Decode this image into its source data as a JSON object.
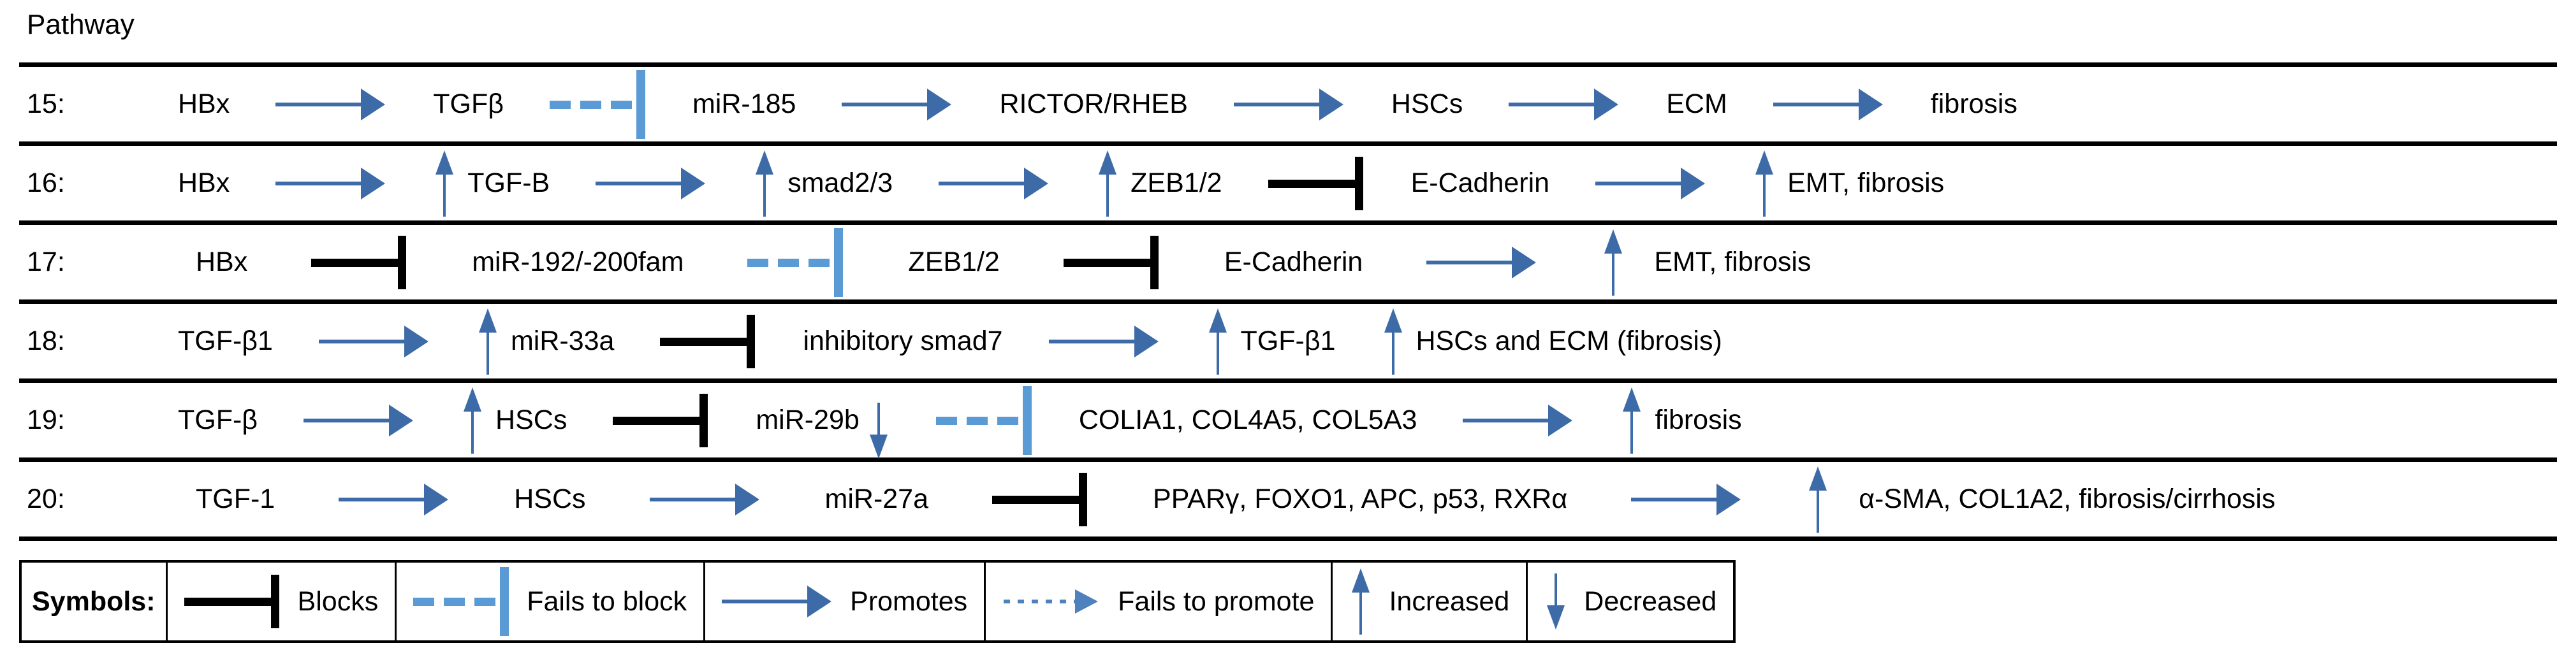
{
  "title": "Pathway",
  "colors": {
    "arrow_blue": "#3d6ba7",
    "light_blue": "#5b9bd5",
    "mid_blue": "#4f81bd",
    "line_black": "#000000"
  },
  "icon_names": {
    "promotes": "promotes-arrow-icon",
    "blocks": "blocks-bar-icon",
    "fails-block": "fails-to-block-icon",
    "fails-promote": "fails-to-promote-icon",
    "up": "increased-arrow-icon",
    "down": "decreased-arrow-icon"
  },
  "rows": [
    {
      "num": "15:",
      "items": [
        {
          "kind": "node",
          "text": "HBx"
        },
        {
          "kind": "promotes"
        },
        {
          "kind": "node",
          "text": "TGFβ"
        },
        {
          "kind": "fails-block"
        },
        {
          "kind": "node",
          "text": "miR-185"
        },
        {
          "kind": "promotes"
        },
        {
          "kind": "node",
          "text": "RICTOR/RHEB"
        },
        {
          "kind": "promotes"
        },
        {
          "kind": "node",
          "text": "HSCs"
        },
        {
          "kind": "promotes"
        },
        {
          "kind": "node",
          "text": "ECM"
        },
        {
          "kind": "promotes"
        },
        {
          "kind": "node",
          "text": "fibrosis"
        }
      ]
    },
    {
      "num": "16:",
      "items": [
        {
          "kind": "node",
          "text": "HBx"
        },
        {
          "kind": "promotes"
        },
        {
          "kind": "up"
        },
        {
          "kind": "node",
          "text": "TGF-B"
        },
        {
          "kind": "promotes"
        },
        {
          "kind": "up"
        },
        {
          "kind": "node",
          "text": "smad2/3"
        },
        {
          "kind": "promotes"
        },
        {
          "kind": "up"
        },
        {
          "kind": "node",
          "text": "ZEB1/2"
        },
        {
          "kind": "blocks"
        },
        {
          "kind": "node",
          "text": "E-Cadherin"
        },
        {
          "kind": "promotes"
        },
        {
          "kind": "up"
        },
        {
          "kind": "node",
          "text": "EMT, fibrosis"
        }
      ]
    },
    {
      "num": "17:",
      "items": [
        {
          "kind": "node",
          "text": "HBx"
        },
        {
          "kind": "blocks"
        },
        {
          "kind": "node",
          "text": "miR-192/-200fam"
        },
        {
          "kind": "fails-block"
        },
        {
          "kind": "node",
          "text": "ZEB1/2"
        },
        {
          "kind": "blocks"
        },
        {
          "kind": "node",
          "text": "E-Cadherin"
        },
        {
          "kind": "promotes"
        },
        {
          "kind": "up"
        },
        {
          "kind": "node",
          "text": "EMT, fibrosis"
        }
      ]
    },
    {
      "num": "18:",
      "items": [
        {
          "kind": "node",
          "text": "TGF-β1"
        },
        {
          "kind": "promotes"
        },
        {
          "kind": "up"
        },
        {
          "kind": "node",
          "text": "miR-33a"
        },
        {
          "kind": "blocks"
        },
        {
          "kind": "node",
          "text": "inhibitory smad7"
        },
        {
          "kind": "promotes"
        },
        {
          "kind": "up"
        },
        {
          "kind": "node",
          "text": "TGF-β1"
        },
        {
          "kind": "up"
        },
        {
          "kind": "node",
          "text": "HSCs and ECM (fibrosis)"
        }
      ]
    },
    {
      "num": "19:",
      "items": [
        {
          "kind": "node",
          "text": "TGF-β"
        },
        {
          "kind": "promotes"
        },
        {
          "kind": "up"
        },
        {
          "kind": "node",
          "text": "HSCs"
        },
        {
          "kind": "blocks"
        },
        {
          "kind": "node",
          "text": "miR-29b"
        },
        {
          "kind": "down"
        },
        {
          "kind": "fails-block"
        },
        {
          "kind": "node",
          "text": "COLIA1, COL4A5, COL5A3"
        },
        {
          "kind": "promotes"
        },
        {
          "kind": "up"
        },
        {
          "kind": "node",
          "text": "fibrosis"
        }
      ]
    },
    {
      "num": "20:",
      "items": [
        {
          "kind": "node",
          "text": "TGF-1"
        },
        {
          "kind": "promotes"
        },
        {
          "kind": "node",
          "text": "HSCs"
        },
        {
          "kind": "promotes"
        },
        {
          "kind": "node",
          "text": "miR-27a"
        },
        {
          "kind": "blocks"
        },
        {
          "kind": "node",
          "text": "PPARγ, FOXO1, APC, p53, RXRα"
        },
        {
          "kind": "promotes"
        },
        {
          "kind": "up"
        },
        {
          "kind": "node",
          "text": "α-SMA, COL1A2, fibrosis/cirrhosis"
        }
      ]
    }
  ],
  "legend": {
    "heading": "Symbols:",
    "items": [
      {
        "kind": "blocks",
        "label": "Blocks"
      },
      {
        "kind": "fails-block",
        "label": "Fails to block"
      },
      {
        "kind": "promotes",
        "label": "Promotes"
      },
      {
        "kind": "fails-promote",
        "label": "Fails to promote"
      },
      {
        "kind": "up",
        "label": "Increased"
      },
      {
        "kind": "down",
        "label": "Decreased"
      }
    ]
  }
}
